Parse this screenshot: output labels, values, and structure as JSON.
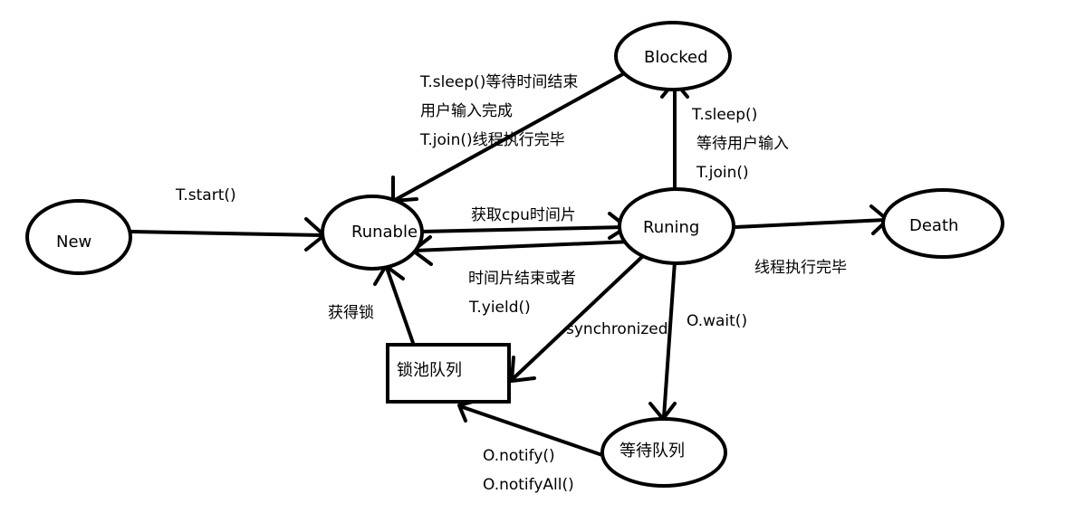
{
  "nodes": {
    "new": "New",
    "runable": "Runable",
    "runing": "Runing",
    "blocked": "Blocked",
    "death": "Death",
    "lock_pool": "锁池队列",
    "wait_queue": "等待队列"
  },
  "edges": {
    "start": "T.start()",
    "get_cpu": "获取cpu时间片",
    "slice_end_1": "时间片结束或者",
    "slice_end_2": "T.yield()",
    "block_end_1": "T.sleep()等待时间结束",
    "block_end_2": "用户输入完成",
    "block_end_3": "T.join()线程执行完毕",
    "to_blocked_1": "T.sleep()",
    "to_blocked_2": "等待用户输入",
    "to_blocked_3": "T.join()",
    "finish": "线程执行完毕",
    "sync": "synchronized",
    "wait": "O.wait()",
    "notify_1": "O.notify()",
    "notify_2": "O.notifyAll()",
    "get_lock": "获得锁"
  }
}
